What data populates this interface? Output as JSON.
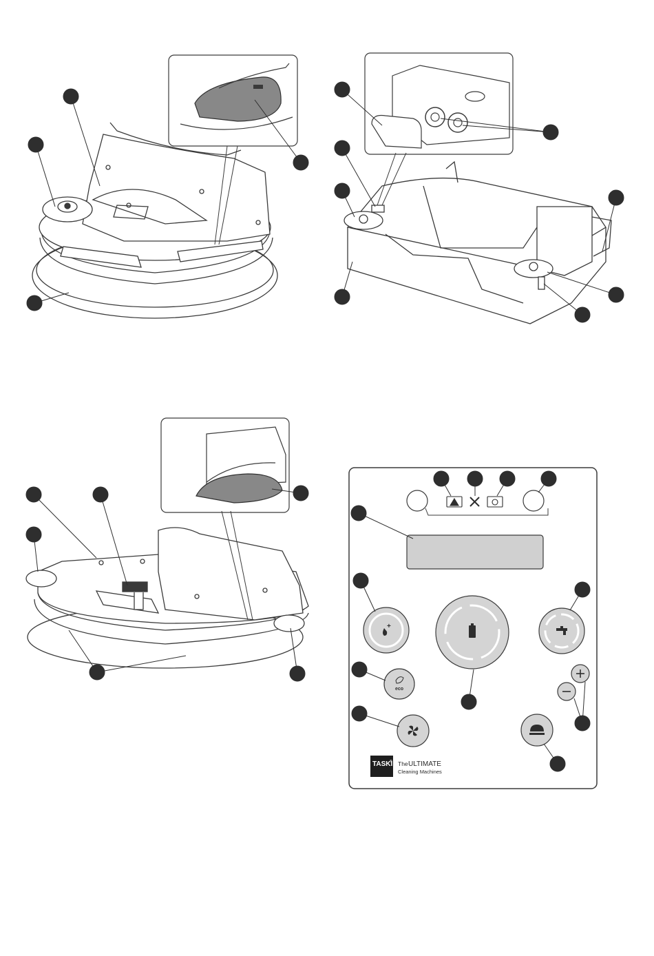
{
  "brand": {
    "name": "TASKI",
    "mark": "®",
    "tagline_prefix": "The",
    "tagline_main": "ULTIMATE",
    "tagline_sub": "Cleaning Machines"
  },
  "panel_icons": {
    "battery_warning": "warning-triangle-icon",
    "service": "tools-icon",
    "battery_charge": "battery-refresh-icon",
    "detergent": "drop-plus-icon",
    "main_power": "battery-icon",
    "water": "tap-icon",
    "eco": "leaf-eco-icon",
    "vacuum": "fan-icon",
    "brush": "brush-head-icon",
    "plus": "plus-icon",
    "minus": "minus-icon"
  },
  "eco_label": "eco",
  "colors": {
    "line": "#3a3a3a",
    "callout": "#2e2e2e",
    "button_fill": "#d4d4d4",
    "display_fill": "#d0d0d0",
    "pad_fill": "#888888"
  }
}
